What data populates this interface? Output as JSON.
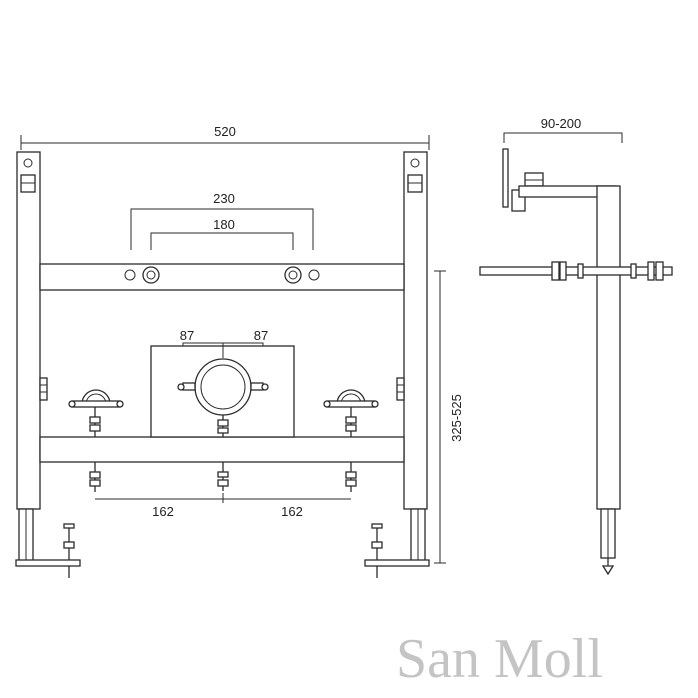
{
  "dimensions": {
    "overall_width": "520",
    "outer_pipe_spacing": "230",
    "inner_pipe_spacing": "180",
    "left_half_center": "87",
    "right_half_center": "87",
    "left_bolt_spacing": "162",
    "right_bolt_spacing": "162",
    "height_range": "325-525",
    "wall_offset_range": "90-200"
  },
  "brand": {
    "name": "San Moll"
  },
  "colors": {
    "line": "#2b2b2b",
    "brand": "#c4c4c4"
  }
}
